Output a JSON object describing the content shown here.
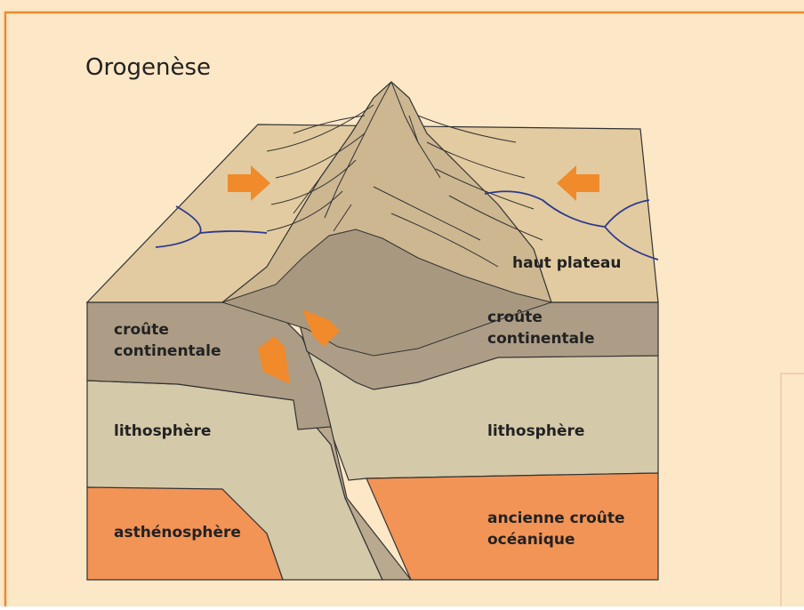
{
  "title": "Orogenèse",
  "labels": {
    "haut_plateau": "haut plateau",
    "crust_left_1": "croûte",
    "crust_left_2": "continentale",
    "crust_right_1": "croûte",
    "crust_right_2": "continentale",
    "litho_left": "lithosphère",
    "litho_right": "lithosphère",
    "asthenosphere": "asthénosphère",
    "ocean_1": "ancienne croûte",
    "ocean_2": "océanique"
  },
  "colors": {
    "panel_bg": "#FCE7C6",
    "panel_border": "#EC8A2E",
    "arrow": "#F08A2A",
    "plateau_top": "#E2CBA0",
    "plateau_side": "#D9C091",
    "crust": "#AD9D86",
    "lithosphere": "#D4C9A9",
    "asthenosphere": "#F29456",
    "river": "#2B3A8C"
  }
}
